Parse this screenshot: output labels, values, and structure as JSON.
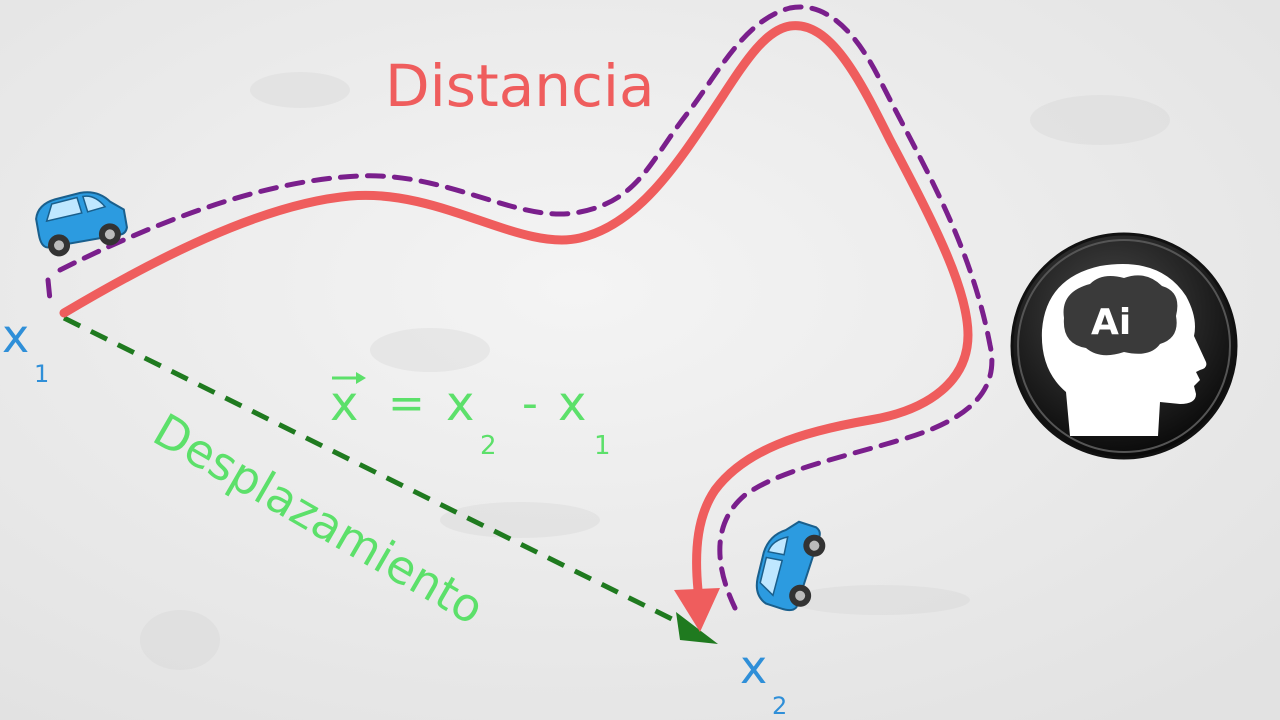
{
  "labels": {
    "distance": "Distancia",
    "displacement": "Desplazamiento",
    "start_point": "x",
    "start_sub": "1",
    "end_point": "x",
    "end_sub": "2"
  },
  "formula": {
    "vector": "x",
    "equals": "=",
    "term1": "x",
    "term1_sub": "2",
    "minus": "-",
    "term2": "x",
    "term2_sub": "1"
  },
  "logo": {
    "text": "Ai"
  },
  "colors": {
    "distance": "#ef5d5d",
    "displacement_line": "#1f7a1f",
    "displacement_text": "#5ce06a",
    "path_outline": "#7a1f8c",
    "point_label": "#2f8fd8",
    "car_body": "#2c9be0"
  }
}
